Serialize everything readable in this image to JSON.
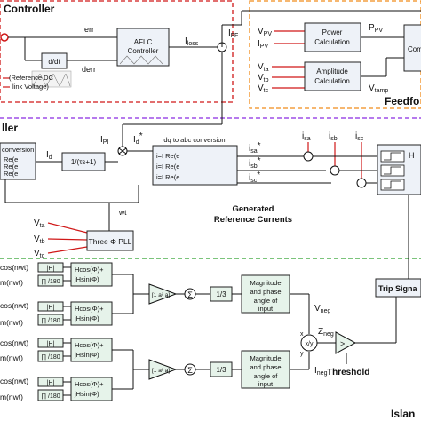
{
  "sections": {
    "controller": {
      "title": "Controller",
      "color": "#d01818"
    },
    "feedforward": {
      "title": "Feedfo",
      "color": "#f08c1a"
    },
    "current_ctrl": {
      "title": "ller",
      "color": "#8a2be2"
    },
    "islanding": {
      "title": "Islan",
      "color": "#2ca02c"
    }
  },
  "controller": {
    "err": "err",
    "derr": "derr",
    "ddt": "d/dt",
    "aflc_1": "AFLC",
    "aflc_2": "Controller",
    "ref_1": "(Reference DC",
    "ref_2": "link Voltage)",
    "i_loss": "I",
    "i_loss_sub": "loss",
    "i_ff": "I",
    "i_ff_sub": "FF"
  },
  "feedforward": {
    "vpv": "V",
    "vpv_sub": "PV",
    "ipv": "I",
    "ipv_sub": "PV",
    "power_1": "Power",
    "power_2": "Calculation",
    "ppv": "P",
    "ppv_sub": "PV",
    "vta": "V",
    "vta_sub": "ta",
    "vtb": "V",
    "vtb_sub": "tb",
    "vtc": "V",
    "vtc_sub": "tc",
    "amp_1": "Amplitude",
    "amp_2": "Calculation",
    "vtamp": "V",
    "vtamp_sub": "tamp",
    "comp": "Comp"
  },
  "current_ctrl": {
    "i_pi": "I",
    "i_pi_sub": "PI",
    "conv_title": "conversion",
    "conv_r1": "Re(e",
    "conv_r2": "Re(e",
    "conv_r3": "Re(e",
    "i_d": "I",
    "i_d_sub": "d",
    "tf": "1/(τs+1)",
    "i_d_star": "I",
    "i_d_star_sub": "d",
    "dq_title": "dq to abc conversion",
    "dq_r1": "i",
    "dq_r1_rest": "=I",
    "dq_r1_tail": "Re(e",
    "dq_r2": "i",
    "dq_r2_rest": "=I",
    "dq_r2_tail": "Re(e",
    "dq_r3": "i",
    "dq_r3_rest": "=I",
    "dq_r3_tail": "Re(e",
    "isa_star": "i",
    "isa_star_sub": "sa",
    "isb_star": "i",
    "isb_star_sub": "sb",
    "isc_star": "i",
    "isc_star_sub": "sc",
    "isa": "i",
    "isa_sub": "sa",
    "isb": "i",
    "isb_sub": "sb",
    "isc": "i",
    "isc_sub": "sc",
    "wt": "wt",
    "gen_1": "Generated",
    "gen_2": "Reference Currents",
    "pll": "Three Φ PLL",
    "vta": "V",
    "vta_sub": "ta",
    "vtb": "V",
    "vtb_sub": "tb",
    "vtc": "V",
    "vtc_sub": "tc",
    "h": "H"
  },
  "islanding": {
    "cos_label": "cos(nwt)",
    "sin_label": "m(nwt)",
    "abs": "|H|",
    "deg": "∏ /180",
    "hc": "H",
    "hc_rest": "cos(Φ)+",
    "hs": "jH",
    "hs_rest": "sin(Φ)",
    "op": "[1 a² a]",
    "sum": "Σ",
    "third": "1/3",
    "mag_1": "Magnitude",
    "mag_2": "and phase",
    "mag_3": "angle of",
    "mag_4": "input",
    "vneg": "V",
    "vneg_sub": "neg",
    "ineg": "I",
    "ineg_sub": "neg",
    "zneg": "Z",
    "zneg_sub": "neg",
    "threshold": "Threshold",
    "trip": "Trip Signa",
    "div": "x/y",
    "x": "x",
    "y": "y"
  }
}
